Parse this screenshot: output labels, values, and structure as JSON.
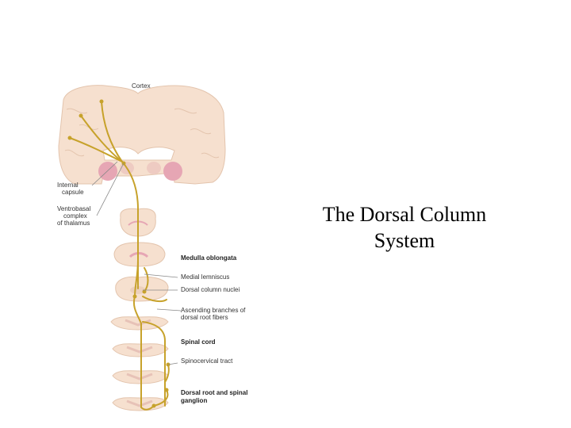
{
  "slide": {
    "title_line1": "The Dorsal Column",
    "title_line2": "System"
  },
  "diagram": {
    "labels": {
      "cortex": "Cortex",
      "internal_capsule_1": "Internal",
      "internal_capsule_2": "capsule",
      "ventrobasal_1": "Ventrobasal",
      "ventrobasal_2": "complex",
      "ventrobasal_3": "of thalamus",
      "medulla": "Medulla oblongata",
      "medial_lemniscus": "Medial lemniscus",
      "dorsal_column_nuclei": "Dorsal column nuclei",
      "ascending_1": "Ascending branches of",
      "ascending_2": "dorsal root fibers",
      "spinal_cord": "Spinal cord",
      "spinocervical": "Spinocervical tract",
      "dorsal_root_1": "Dorsal root and spinal",
      "dorsal_root_2": "ganglion"
    },
    "colors": {
      "tissue": "#f6e0cf",
      "tissue_dark": "#e8c8b0",
      "gray_matter": "#e7c2b7",
      "thalamus_pink": "#e6a6b4",
      "pathway": "#c7a22b",
      "label_line": "#888888"
    }
  }
}
